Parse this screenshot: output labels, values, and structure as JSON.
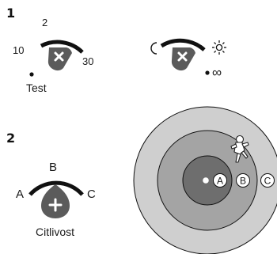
{
  "steps": {
    "one": "1",
    "two": "2"
  },
  "dial_timer": {
    "label_low": "10",
    "label_mid": "2",
    "label_high": "30",
    "caption": "Test",
    "knob_icon": "x-icon"
  },
  "dial_light": {
    "icon_night": "moon-icon",
    "icon_day": "sun-icon",
    "label_infinity": "∞",
    "knob_icon": "x-icon"
  },
  "dial_sensitivity": {
    "label_a": "A",
    "label_b": "B",
    "label_c": "C",
    "caption": "Citlivost",
    "knob_icon": "plus-icon"
  },
  "range_diagram": {
    "zone_a": "A",
    "zone_b": "B",
    "zone_c": "C",
    "person_icon": "walking-person-icon",
    "ring_colors": [
      "#cfcfcf",
      "#a4a4a4",
      "#6e6e6e"
    ]
  },
  "colors": {
    "ink": "#1a1a1a",
    "knob": "#5b5b5b"
  }
}
